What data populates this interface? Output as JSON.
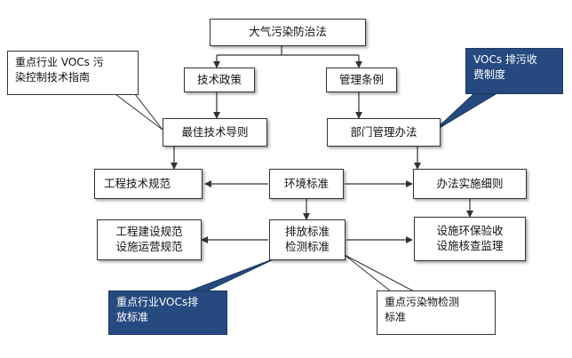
{
  "nodes": {
    "air_law": "大气污染防治法",
    "tech_policy": "技术政策",
    "mgmt_regulation": "管理条例",
    "best_tech_guide": "最佳技术导则",
    "dept_mgmt_method": "部门管理办法",
    "eng_tech_spec": "工程技术规范",
    "env_standard": "环境标准",
    "implementation_rules": "办法实施细则",
    "eng_construction_spec": "工程建设规范\n设施运营规范",
    "emission_standard": "排放标准\n检测标准",
    "facility_acceptance": "设施环保验收\n设施核查监理"
  },
  "callouts": {
    "key_industry_voc_control": "重点行业 VOCs 污\n染控制技术指南",
    "voc_fee_system": "VOCs 排污收\n费制度",
    "key_industry_voc_emission": "重点行业VOCs排\n放标准",
    "key_pollutant_monitoring": "重点污染物检测\n标准"
  },
  "colors": {
    "line": "#333333",
    "callout_dark": "#264a80",
    "callout_light": "#ffffff"
  }
}
